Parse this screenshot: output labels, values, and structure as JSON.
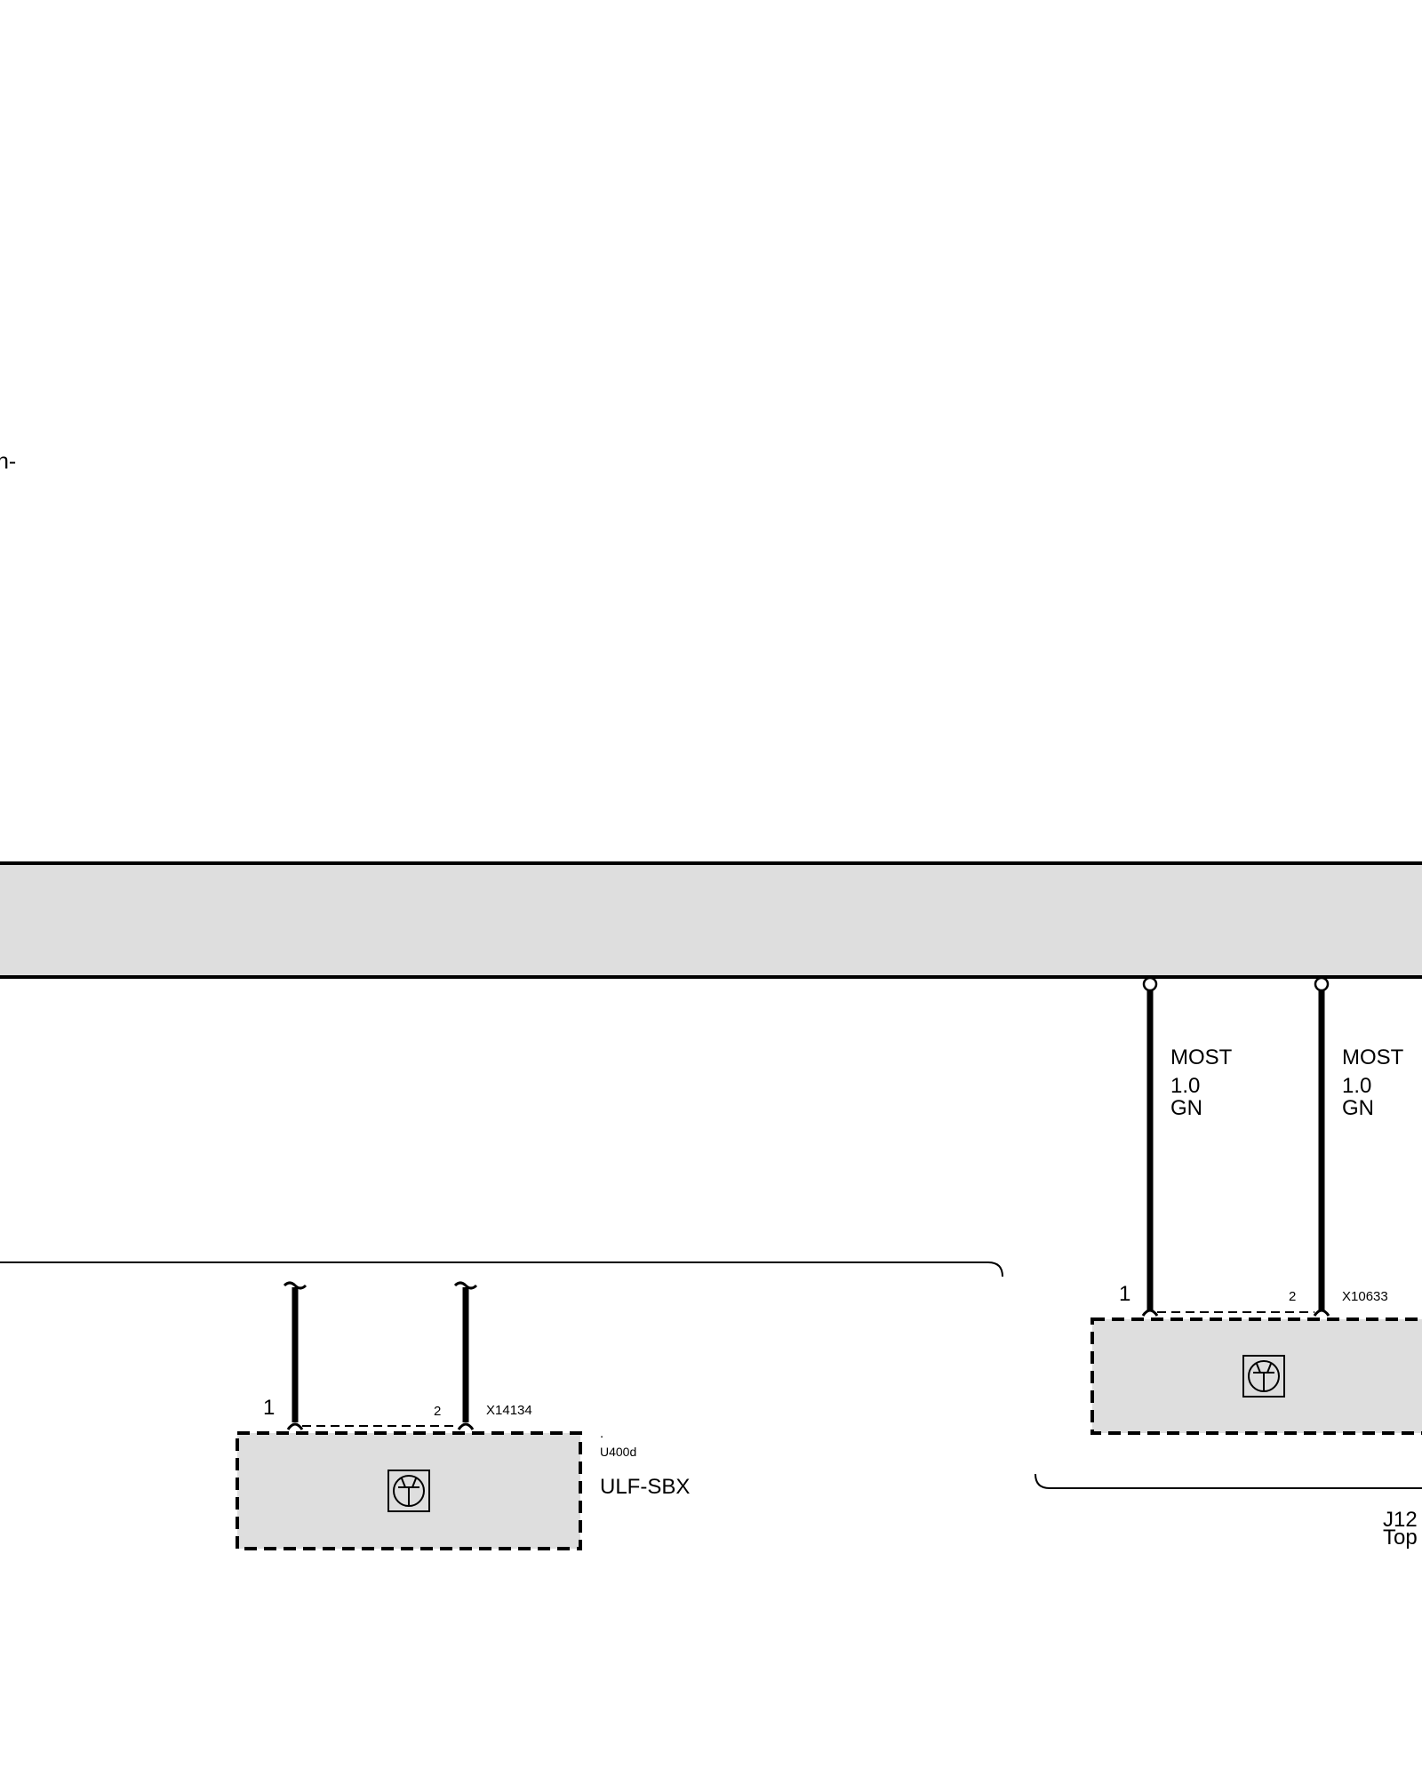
{
  "partial_text_left": "n-",
  "bus": {
    "fill": "#dedede"
  },
  "module_ulf": {
    "pin1": "1",
    "pin2": "2",
    "connector": "X14134",
    "dot": ".",
    "code": "U400d",
    "name": "ULF-SBX",
    "icon": "transistor-icon"
  },
  "module_j12": {
    "pin1": "1",
    "pin2": "2",
    "connector": "X10633",
    "wire1": {
      "type": "MOST",
      "size": "1.0",
      "color": "GN"
    },
    "wire2": {
      "type": "MOST",
      "size": "1.0",
      "color": "GN"
    },
    "label_line1": "J12",
    "label_line2": "Top",
    "icon": "transistor-icon"
  },
  "colors": {
    "module_fill": "#dedede",
    "line": "#000000"
  }
}
